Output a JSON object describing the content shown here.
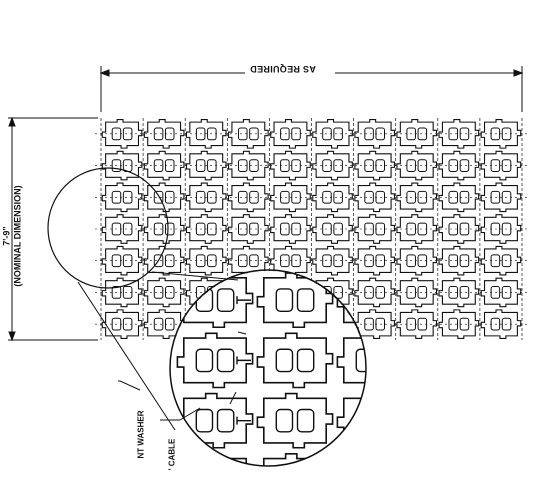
{
  "labels": {
    "length_dimension": "AS REQUIRED",
    "width_dimension_value": "7'-9\"",
    "width_dimension_note": "(NOMINAL DIMENSION)",
    "callout_washer": "NT WASHER",
    "callout_cable": "' CABLE"
  },
  "grid": {
    "columns": 10,
    "rows": 7
  },
  "colors": {
    "ink": "#111111",
    "background": "#ffffff"
  }
}
